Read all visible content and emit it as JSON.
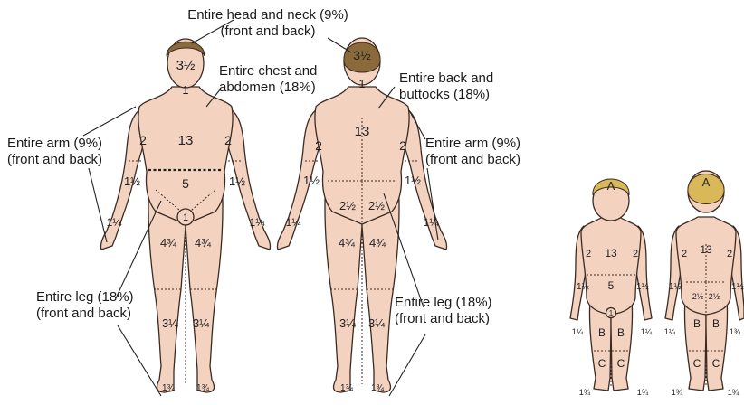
{
  "captions": {
    "head": [
      "Entire head and neck (9%)",
      "(front and back)"
    ],
    "chest": [
      "Entire chest and",
      "abdomen (18%)"
    ],
    "back": [
      "Entire back and",
      "buttocks (18%)"
    ],
    "arm_left": [
      "Entire arm (9%)",
      "(front and back)"
    ],
    "arm_right": [
      "Entire arm (9%)",
      "(front and back)"
    ],
    "leg_left": [
      "Entire leg (18%)",
      "(front and back)"
    ],
    "leg_right": [
      "Entire leg (18%)",
      "(front and back)"
    ]
  },
  "adult_front": {
    "head": "3½",
    "neck": "1",
    "chest": "13",
    "upper_arm_l": "2",
    "upper_arm_r": "2",
    "forearm_l": "1½",
    "forearm_r": "1½",
    "abdomen": "5",
    "genital": "1",
    "hand_l": "1¼",
    "hand_r": "1¼",
    "thigh_l": "4¾",
    "thigh_r": "4¾",
    "calf_l": "3¼",
    "calf_r": "3¼",
    "foot_l": "1¾",
    "foot_r": "1¾"
  },
  "adult_back": {
    "head": "3½",
    "neck": "1",
    "back": "13",
    "upper_arm_l": "2",
    "upper_arm_r": "2",
    "forearm_l": "1½",
    "forearm_r": "1½",
    "buttock_l": "2½",
    "buttock_r": "2½",
    "hand_l": "1¼",
    "hand_r": "1¼",
    "thigh_l": "4¾",
    "thigh_r": "4¾",
    "calf_l": "3¼",
    "calf_r": "3¼",
    "foot_l": "1¾",
    "foot_r": "1¾"
  },
  "child_front": {
    "head": "A",
    "chest": "13",
    "upper_arm_l": "2",
    "upper_arm_r": "2",
    "forearm_l": "1½",
    "forearm_r": "1½",
    "abdomen": "5",
    "genital": "1",
    "thigh_l": "B",
    "thigh_r": "B",
    "calf_l": "C",
    "calf_r": "C",
    "hand_l": "1¼",
    "hand_r": "1¼",
    "foot_l": "1¾",
    "foot_r": "1¾"
  },
  "child_back": {
    "head": "A",
    "back": "13",
    "upper_arm_l": "2",
    "upper_arm_r": "2",
    "forearm_l": "1½",
    "forearm_r": "1½",
    "buttock_l": "2½",
    "buttock_r": "2½",
    "thigh_l": "B",
    "thigh_r": "B",
    "calf_l": "C",
    "calf_r": "C",
    "hand_l": "1¼",
    "hand_r": "1¾",
    "foot_l": "1¾",
    "foot_r": "1¾"
  },
  "colors": {
    "skin": "#f3d2c0",
    "outline": "#3a2a22",
    "hair": "#8a6a3a",
    "child_hair": "#d9b85a",
    "line": "#222222"
  }
}
